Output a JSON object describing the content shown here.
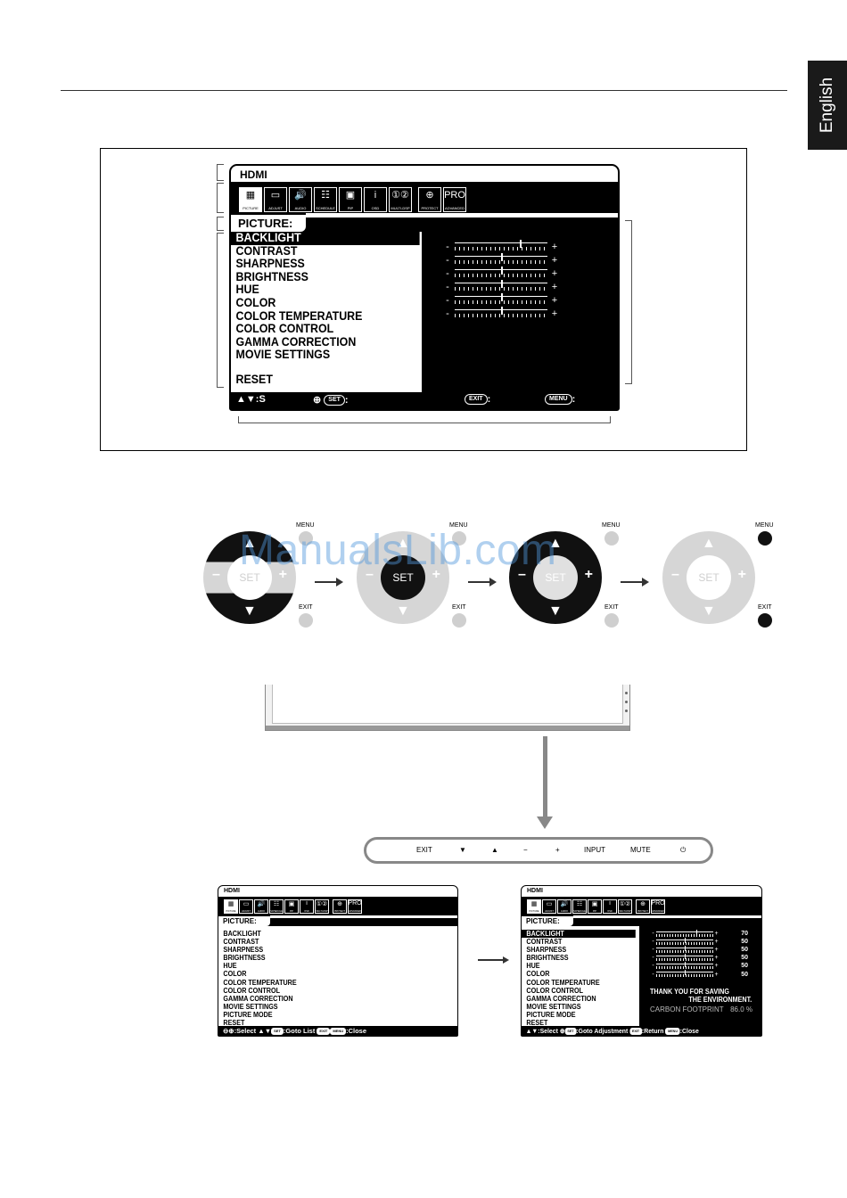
{
  "language_tab": "English",
  "main_osd": {
    "source": "HDMI",
    "icons": [
      {
        "label": "PICTURE",
        "icon": "picture-icon",
        "glyph": "▦",
        "active": true
      },
      {
        "label": "ADJUST",
        "icon": "adjust-icon",
        "glyph": "▭"
      },
      {
        "label": "AUDIO",
        "icon": "audio-icon",
        "glyph": "🔊"
      },
      {
        "label": "SCHEDULE",
        "icon": "schedule-icon",
        "glyph": "☷"
      },
      {
        "label": "PIP",
        "icon": "pip-icon",
        "glyph": "▣"
      },
      {
        "label": "OSD",
        "icon": "osd-info-icon",
        "glyph": "i"
      },
      {
        "label": "MULTI-DSP",
        "icon": "multi-display-icon",
        "glyph": "①②"
      },
      {
        "label": "PROTECT",
        "icon": "protect-icon",
        "glyph": "⊕"
      },
      {
        "label": "ADVANCED",
        "icon": "advanced-icon",
        "glyph": "PRO"
      }
    ],
    "menu_title": "PICTURE:",
    "items": [
      "BACKLIGHT",
      "CONTRAST",
      "SHARPNESS",
      "BRIGHTNESS",
      "HUE",
      "COLOR",
      "COLOR TEMPERATURE",
      "COLOR CONTROL",
      "GAMMA CORRECTION",
      "MOVIE SETTINGS"
    ],
    "reset": "RESET",
    "sliders": [
      {
        "name": "BACKLIGHT",
        "value": 70
      },
      {
        "name": "CONTRAST",
        "value": 50
      },
      {
        "name": "SHARPNESS",
        "value": 50
      },
      {
        "name": "BRIGHTNESS",
        "value": 50
      },
      {
        "name": "HUE",
        "value": 50
      },
      {
        "name": "COLOR",
        "value": 50
      }
    ],
    "minus": "-",
    "plus": "+",
    "footer": {
      "select": ":S",
      "set": "SET",
      "set_sep": ":",
      "exit": "EXIT",
      "exit_sep": ":",
      "menu": "MENU",
      "menu_sep": ":"
    }
  },
  "remote": {
    "menu_label": "MENU",
    "exit_label": "EXIT",
    "set_label": "SET",
    "plus": "+",
    "minus": "–",
    "up": "▲",
    "down": "▼"
  },
  "watermark": "ManualsLib.com",
  "control_panel": {
    "buttons": [
      "EXIT",
      "▼",
      "▲",
      "−",
      "+",
      "INPUT",
      "MUTE",
      "⏻"
    ]
  },
  "small_osd_left": {
    "source": "HDMI",
    "menu_title": "PICTURE:",
    "items": [
      "BACKLIGHT",
      "CONTRAST",
      "SHARPNESS",
      "BRIGHTNESS",
      "HUE",
      "COLOR",
      "COLOR TEMPERATURE",
      "COLOR CONTROL",
      "GAMMA CORRECTION",
      "MOVIE SETTINGS",
      "PICTURE MODE",
      "RESET"
    ],
    "footer": {
      "select": ":Select",
      "goto": ":Goto List",
      "set": "SET",
      "exit": "EXIT",
      "menu": "MENU",
      "close": ":Close"
    }
  },
  "small_osd_right": {
    "source": "HDMI",
    "menu_title": "PICTURE:",
    "items": [
      "BACKLIGHT",
      "CONTRAST",
      "SHARPNESS",
      "BRIGHTNESS",
      "HUE",
      "COLOR",
      "COLOR TEMPERATURE",
      "COLOR CONTROL",
      "GAMMA CORRECTION",
      "MOVIE SETTINGS",
      "PICTURE MODE",
      "RESET"
    ],
    "sliders": [
      {
        "value": 70,
        "display": "70"
      },
      {
        "value": 50,
        "display": "50"
      },
      {
        "value": 50,
        "display": "50"
      },
      {
        "value": 50,
        "display": "50"
      },
      {
        "value": 50,
        "display": "50"
      },
      {
        "value": 50,
        "display": "50"
      }
    ],
    "eco_line1": "THANK YOU FOR SAVING",
    "eco_line2": "THE ENVIRONMENT.",
    "carbon_label": "CARBON FOOTPRINT",
    "carbon_value": "86.0 %",
    "footer": {
      "select": ":Select",
      "goto": ":Goto Adjustment",
      "set": "SET",
      "exit": "EXIT",
      "return": ":Return",
      "menu": "MENU",
      "close": ":Close"
    }
  }
}
